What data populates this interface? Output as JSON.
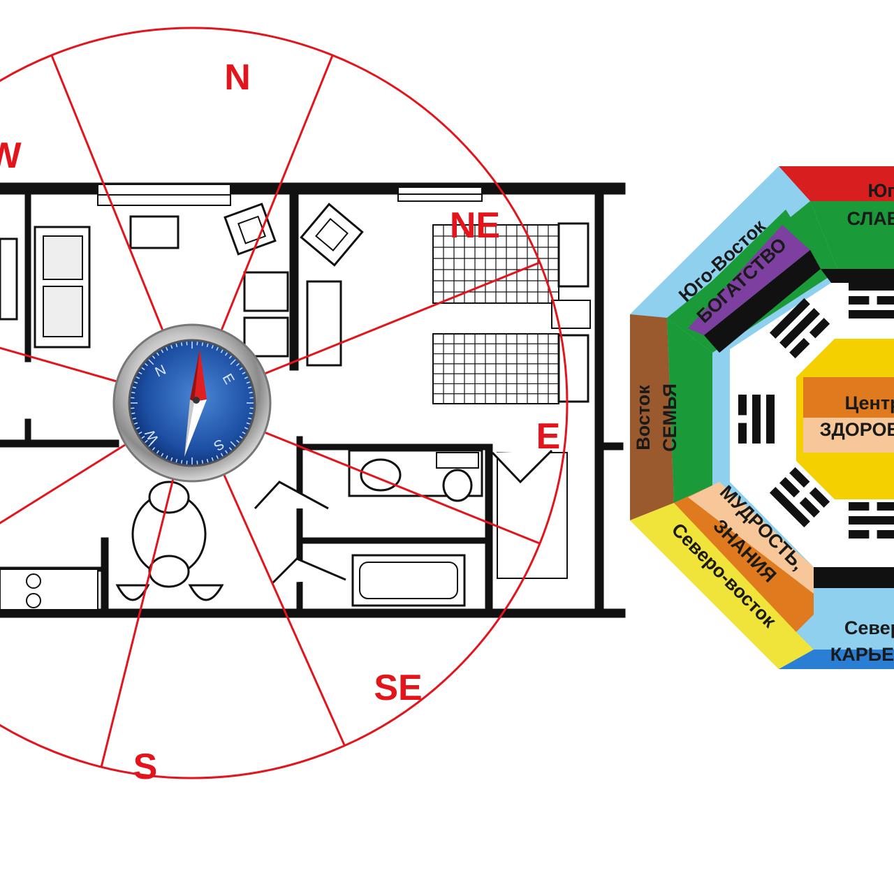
{
  "compass_directions": {
    "n": "N",
    "nw": "W",
    "ne": "NE",
    "e": "E",
    "se": "SE",
    "s": "S"
  },
  "compass_needle_letters": {
    "n": "N",
    "e": "E",
    "s": "S",
    "w": "W"
  },
  "bagua": {
    "southeast": {
      "direction": "Юго-Восток",
      "aspect": "БОГАТСТВО"
    },
    "south": {
      "direction": "Юг",
      "aspect": "СЛАВА"
    },
    "east": {
      "direction": "Восток",
      "aspect": "СЕМЬЯ"
    },
    "center": {
      "direction": "Центр",
      "aspect": "ЗДОРОВЬЕ"
    },
    "northeast": {
      "aspect_line1": "МУДРОСТЬ,",
      "aspect_line2": "ЗНАНИЯ",
      "direction": "Северо-восток"
    },
    "north": {
      "direction": "Север",
      "aspect": "КАРЬЕРА"
    }
  },
  "colors": {
    "sector_lines": "#e3141b",
    "wealth": "#7d3fa0",
    "fame": "#d81e1e",
    "family": "#9a5a2e",
    "health_center": "#f08c1e",
    "knowledge": "#f0c20e",
    "career": "#2a7fd4",
    "green_ring": "#1b9a3a",
    "light_blue_ring": "#8fd0ef"
  }
}
